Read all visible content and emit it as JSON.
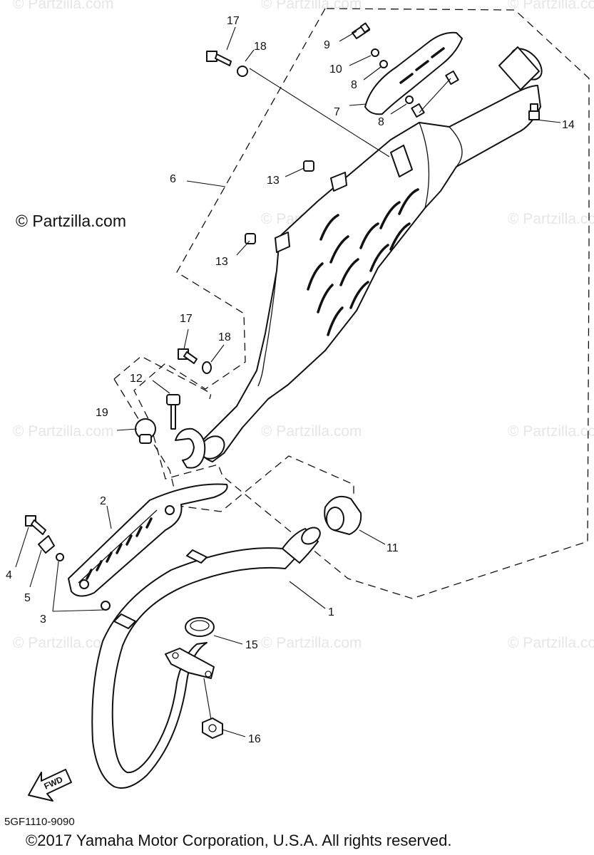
{
  "watermark": "© Partzilla.com",
  "brand": "© Partzilla.com",
  "diagram_code": "5GF1110-9090",
  "copyright": "©2017  Yamaha Motor Corporation, U.S.A. All rights reserved.",
  "fwd_label": "FWD",
  "callouts": {
    "c1": "1",
    "c2": "2",
    "c3": "3",
    "c4": "4",
    "c5": "5",
    "c6": "6",
    "c7": "7",
    "c8a": "8",
    "c8b": "8",
    "c9": "9",
    "c10": "10",
    "c11": "11",
    "c12": "12",
    "c13a": "13",
    "c13b": "13",
    "c14": "14",
    "c15": "15",
    "c16": "16",
    "c17a": "17",
    "c17b": "17",
    "c18a": "18",
    "c18b": "18",
    "c19": "19"
  }
}
